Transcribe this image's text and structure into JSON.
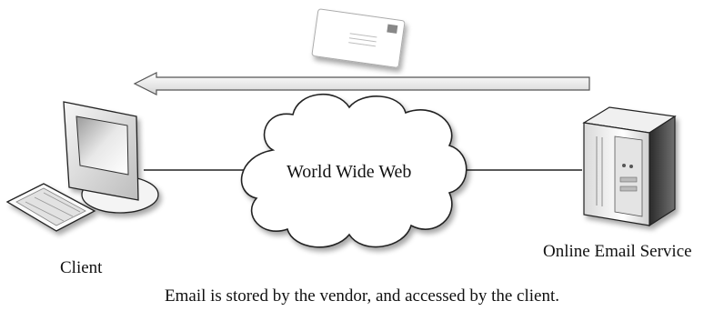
{
  "diagram": {
    "cloud_label": "World Wide Web",
    "client_label": "Client",
    "server_label": "Online Email Service",
    "caption": "Email is stored by the vendor, and accessed by the client."
  },
  "icons": {
    "client": "desktop-computer-icon",
    "server": "server-tower-icon",
    "envelope": "email-envelope-icon",
    "network": "cloud-icon"
  }
}
